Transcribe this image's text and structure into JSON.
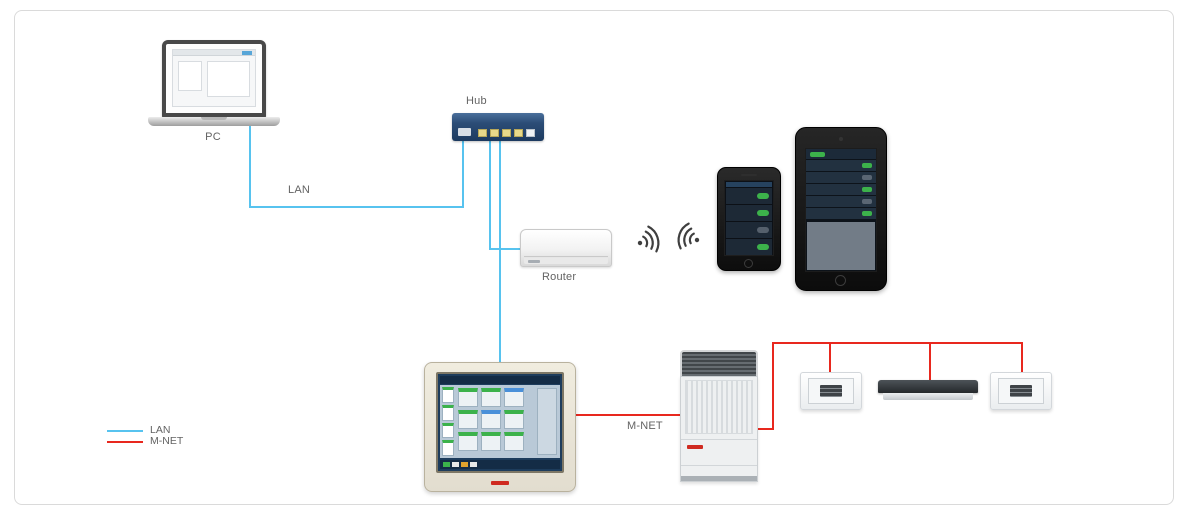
{
  "diagram": {
    "labels": {
      "pc": "PC",
      "hub": "Hub",
      "lan": "LAN",
      "router": "Router",
      "mnet": "M-NET"
    },
    "legend": [
      {
        "label": "LAN",
        "color": "#57c3ef"
      },
      {
        "label": "M-NET",
        "color": "#e8281e"
      }
    ],
    "colors": {
      "lan": "#57c3ef",
      "mnet": "#e8281e",
      "wifi": "#3f3f3f"
    },
    "icons": [
      "laptop-pc-icon",
      "network-hub-icon",
      "wifi-router-icon",
      "wifi-signal-icon",
      "smartphone-icon",
      "tablet-icon",
      "centralized-controller-icon",
      "outdoor-unit-icon",
      "ceiling-cassette-indoor-unit-icon",
      "ducted-indoor-unit-icon"
    ]
  }
}
